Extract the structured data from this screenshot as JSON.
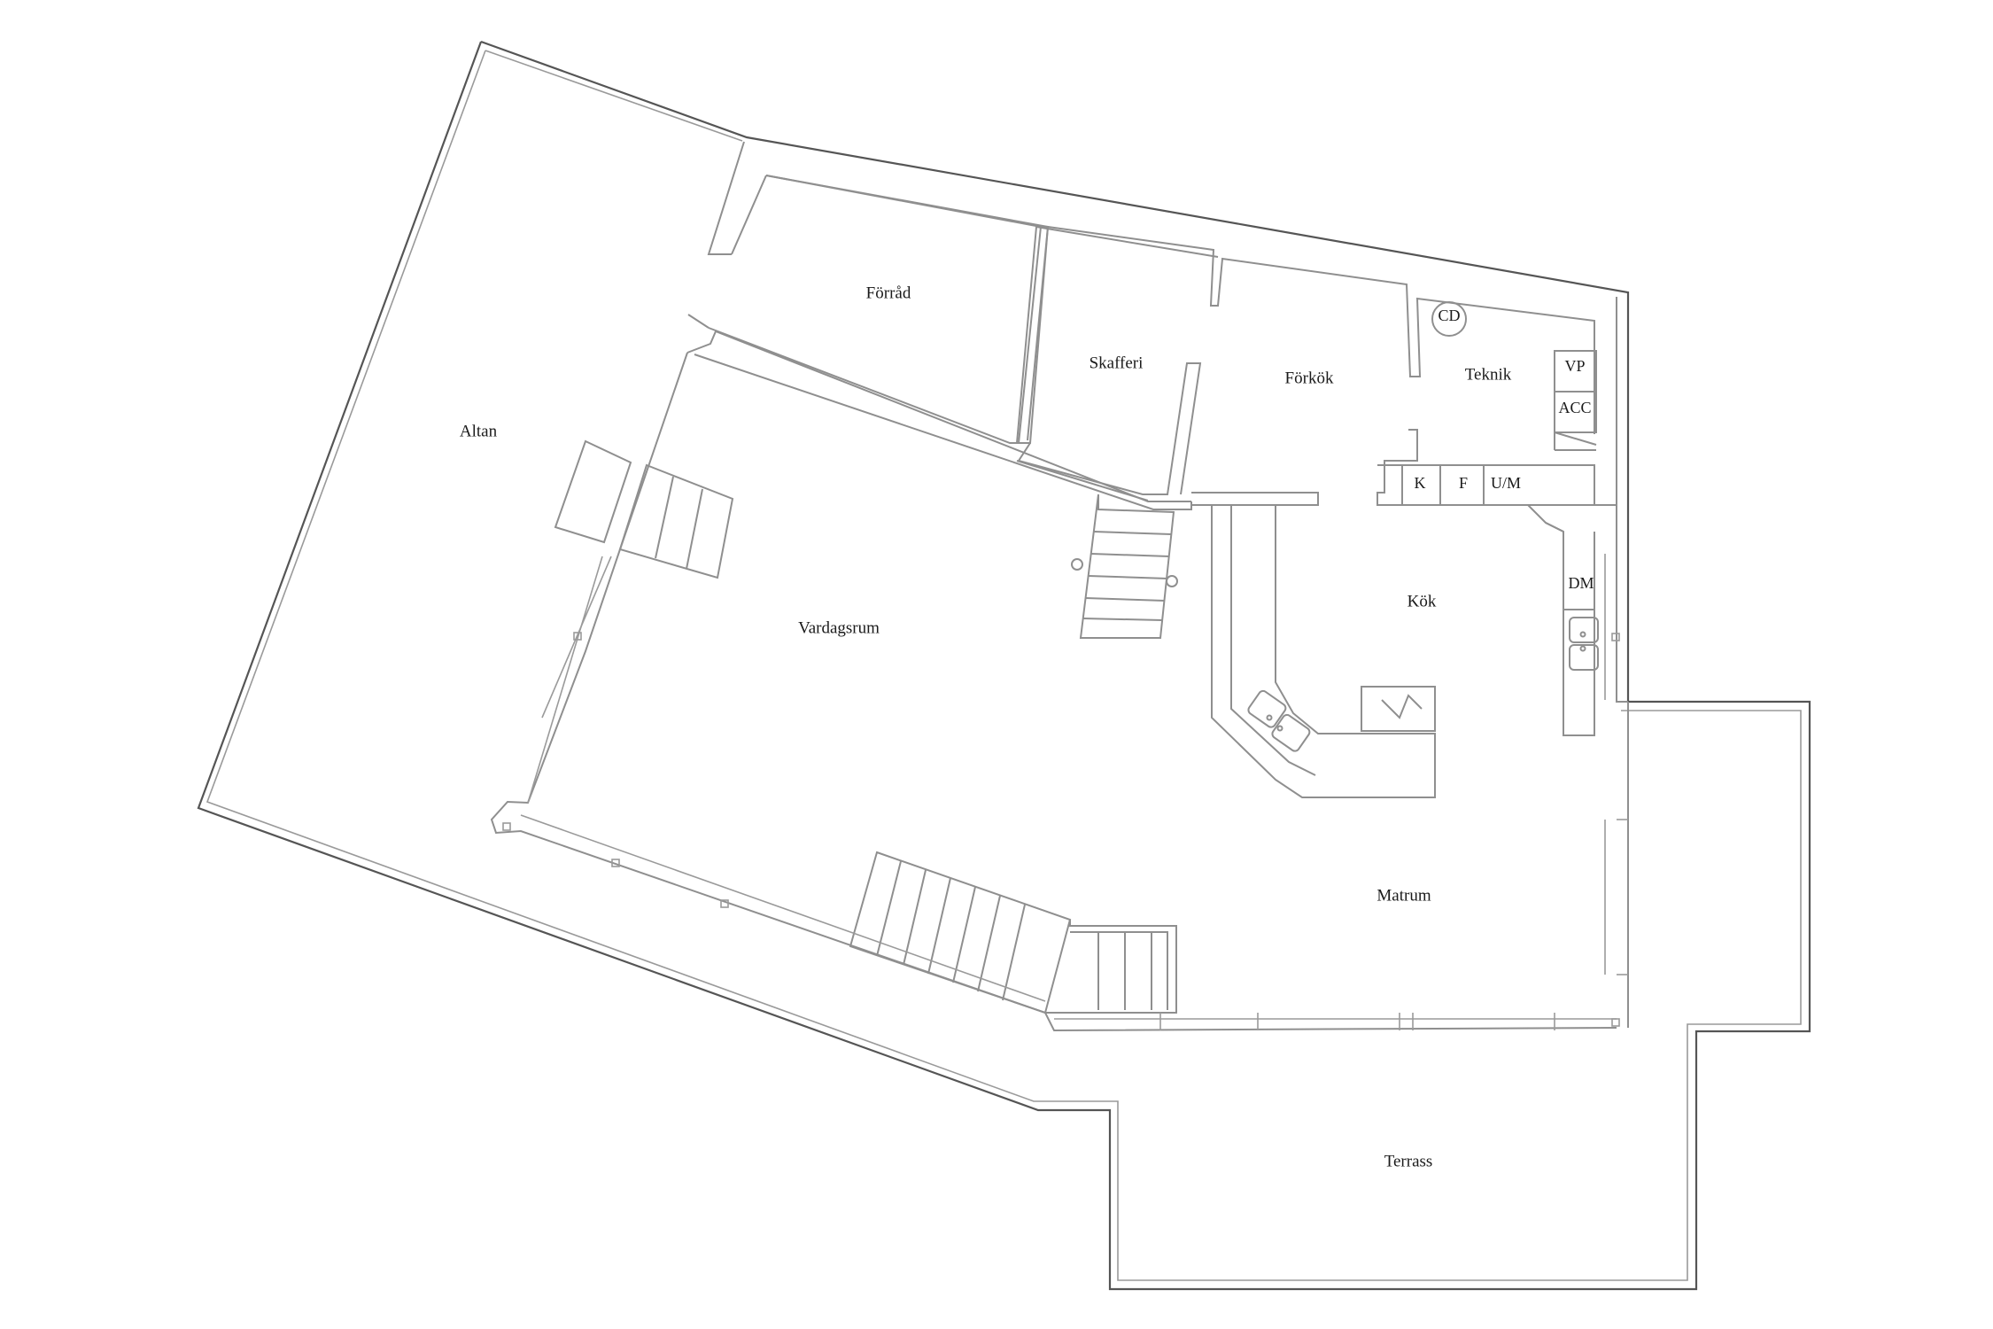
{
  "rooms": {
    "altan": "Altan",
    "forrad": "Förråd",
    "skafferi": "Skafferi",
    "forkok": "Förkök",
    "teknik": "Teknik",
    "vardagsrum": "Vardagsrum",
    "kok": "Kök",
    "matrum": "Matrum",
    "terrass": "Terrass"
  },
  "fixtures": {
    "cd": "CD",
    "vp": "VP",
    "acc": "ACC",
    "k": "K",
    "f": "F",
    "um": "U/M",
    "dm": "DM"
  },
  "colors": {
    "wall": "#8f8f8f",
    "outline": "#555555",
    "background": "#ffffff",
    "text": "#1a1a1a"
  }
}
